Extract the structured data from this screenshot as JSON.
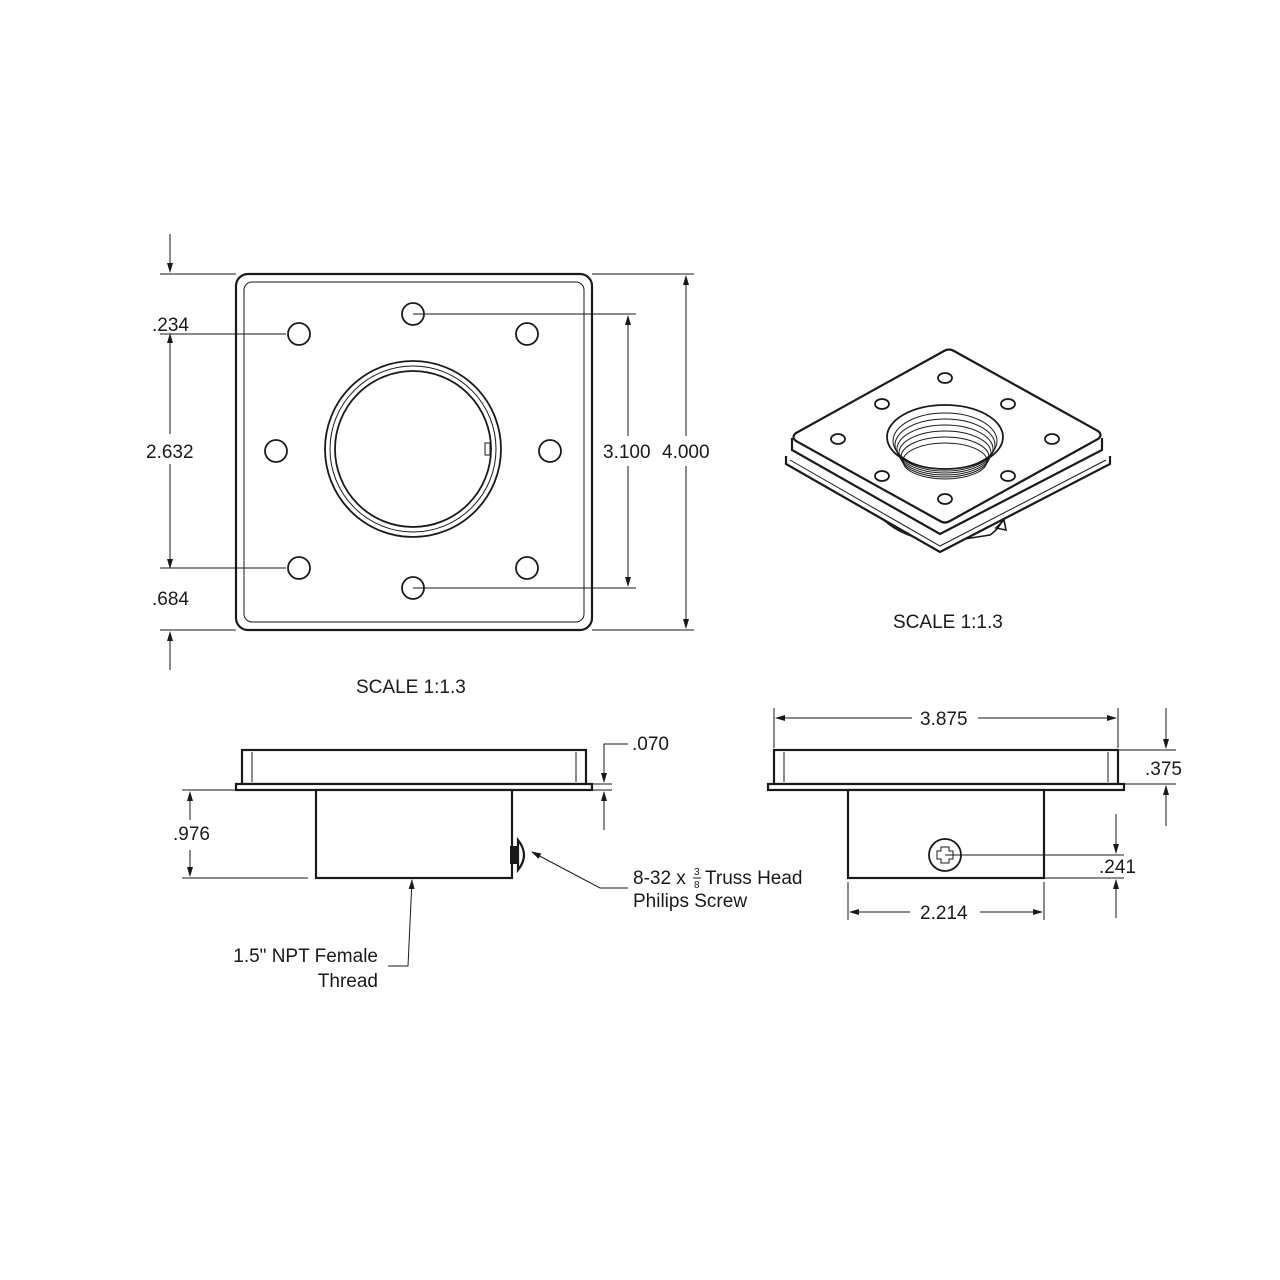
{
  "top_view": {
    "dim_top_offset": ".234",
    "dim_hole_span": "2.632",
    "dim_bottom_offset": ".684",
    "dim_inner_span": "3.100",
    "dim_overall": "4.000",
    "scale": "SCALE 1:1.3"
  },
  "iso_view": {
    "scale": "SCALE 1:1.3"
  },
  "front_view": {
    "dim_flange": ".070",
    "dim_body_height": ".976",
    "screw_label_line1_prefix": "8-32 x",
    "screw_label_frac_num": "3",
    "screw_label_frac_den": "8",
    "screw_label_line1_suffix": "Truss Head",
    "screw_label_line2": "Philips Screw",
    "thread_label_line1": "1.5\" NPT Female",
    "thread_label_line2": "Thread"
  },
  "side_view": {
    "dim_width": "3.875",
    "dim_height": ".375",
    "dim_screw_offset": ".241",
    "dim_body_width": "2.214"
  }
}
